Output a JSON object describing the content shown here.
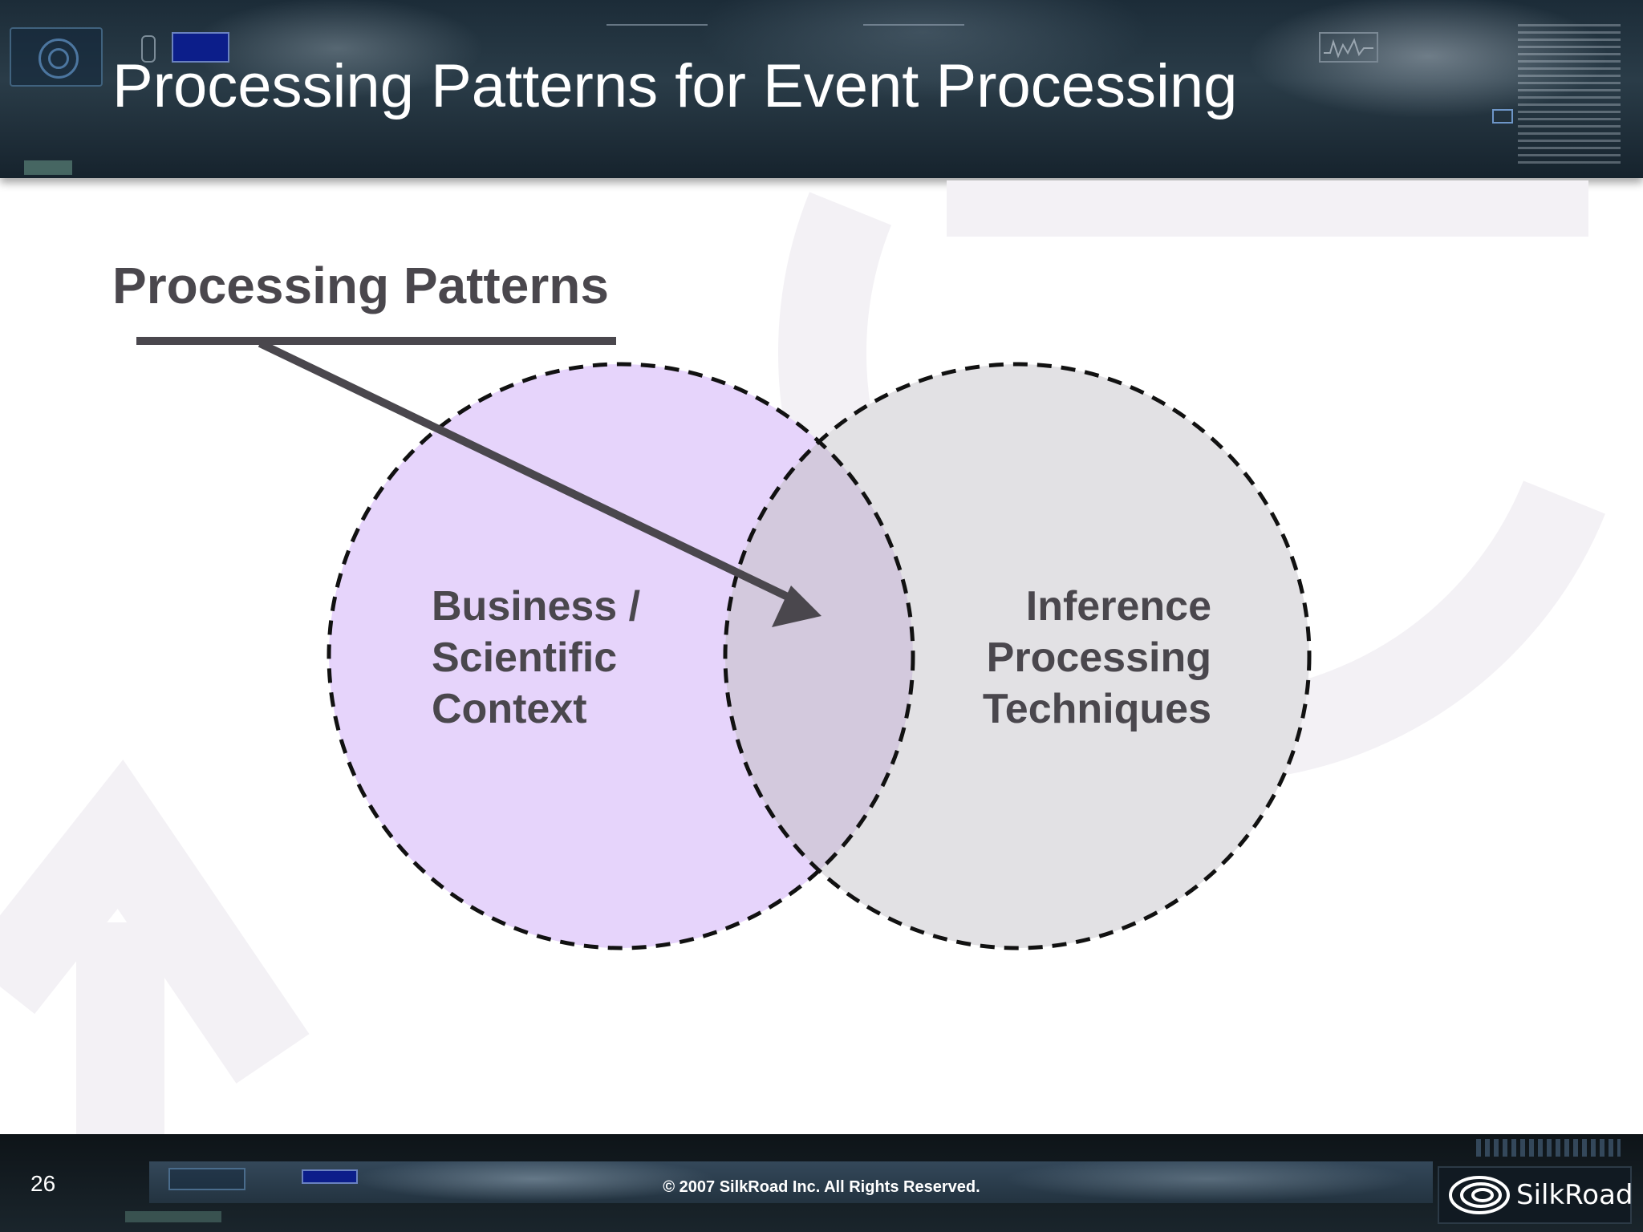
{
  "slide": {
    "title": "Processing Patterns for Event Processing",
    "subheading": "Processing Patterns",
    "page_number": "26",
    "copyright": "© 2007 SilkRoad Inc. All Rights Reserved.",
    "logo_text": "SilkRoad"
  },
  "diagram": {
    "type": "venn",
    "left_circle": {
      "label_lines": [
        "Business /",
        "Scientific",
        "Context"
      ],
      "fill": "#e6d4fb"
    },
    "right_circle": {
      "label_lines": [
        "Inference",
        "Processing",
        "Techniques"
      ],
      "fill": "#e2e1e4"
    },
    "overlap_fill": "#d3c9dd",
    "stroke_color": "#111111",
    "arrow_color": "#4a474d",
    "label_color": "#4a474d"
  },
  "colors": {
    "header_bg": "#1f2e3a",
    "footer_bg": "#131b21",
    "title_text": "#ffffff",
    "body_text": "#4a474d",
    "watermark": "#f1eff4"
  }
}
